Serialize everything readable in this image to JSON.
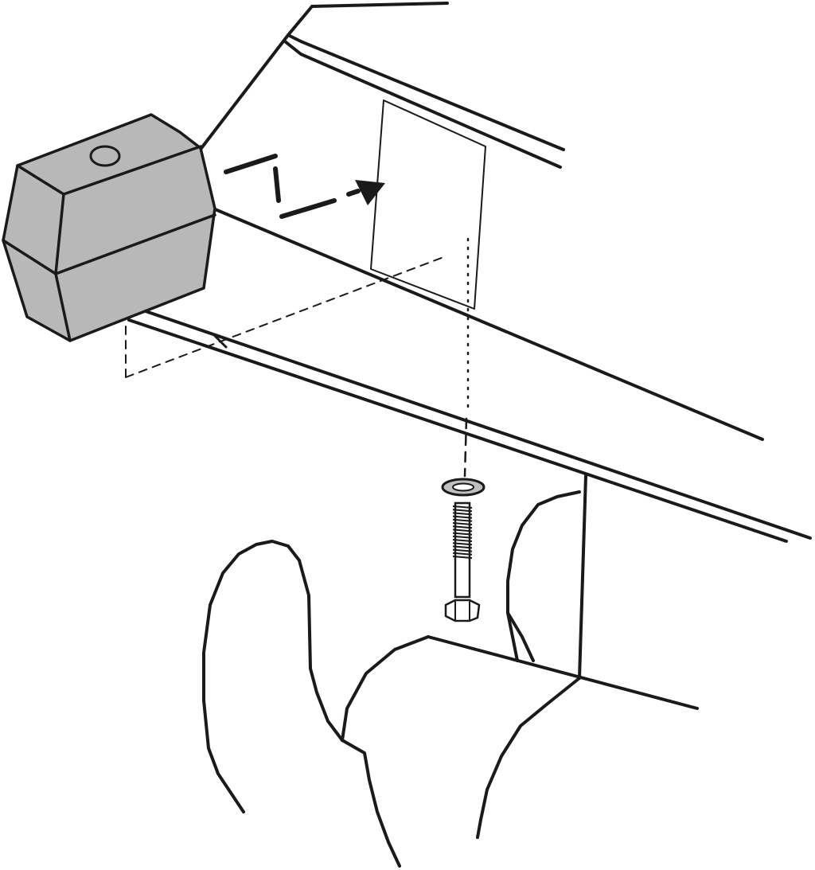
{
  "diagram": {
    "kind": "installation-illustration",
    "parts": [
      "bracket-block",
      "mounting-plate",
      "frame-rail",
      "washer",
      "bolt",
      "hands"
    ],
    "colors": {
      "stroke": "#1a1a1a",
      "block_fill": "#b8b8b8",
      "washer_fill": "#c0c0c0",
      "background": "#ffffff"
    },
    "icons": {
      "direction_arrow": "arrow-right-icon"
    }
  }
}
